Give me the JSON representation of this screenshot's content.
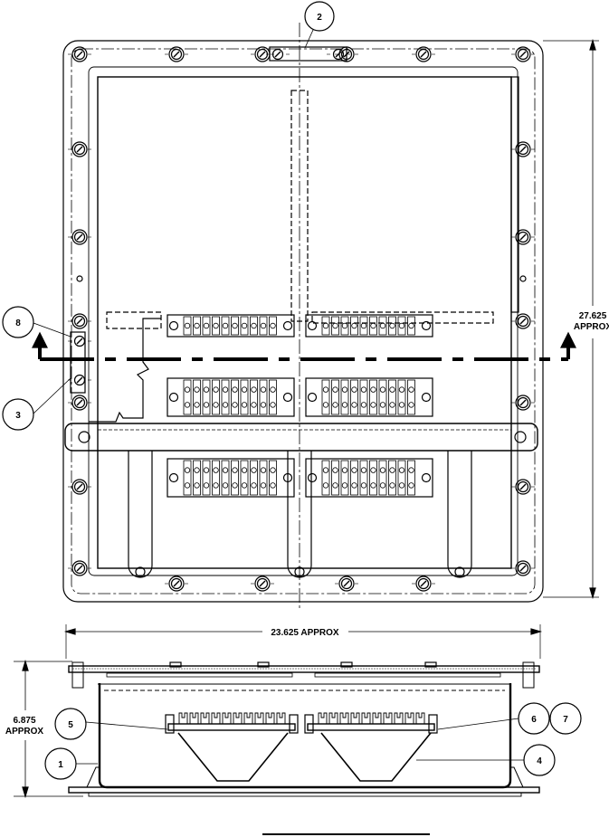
{
  "callouts": {
    "c1": "1",
    "c2": "2",
    "c3": "3",
    "c4": "4",
    "c5": "5",
    "c6": "6",
    "c7": "7",
    "c8": "8"
  },
  "dimensions": {
    "height_value": "27.625",
    "height_note": "APPROX",
    "width": "23.625 APPROX",
    "depth_value": "6.875",
    "depth_note": "APPROX"
  },
  "terminal_blocks": {
    "rows_top_view": 3,
    "columns_top_view": 2,
    "terminals_per_block": 10
  },
  "colors": {
    "ink": "#000000",
    "paper": "#ffffff"
  }
}
